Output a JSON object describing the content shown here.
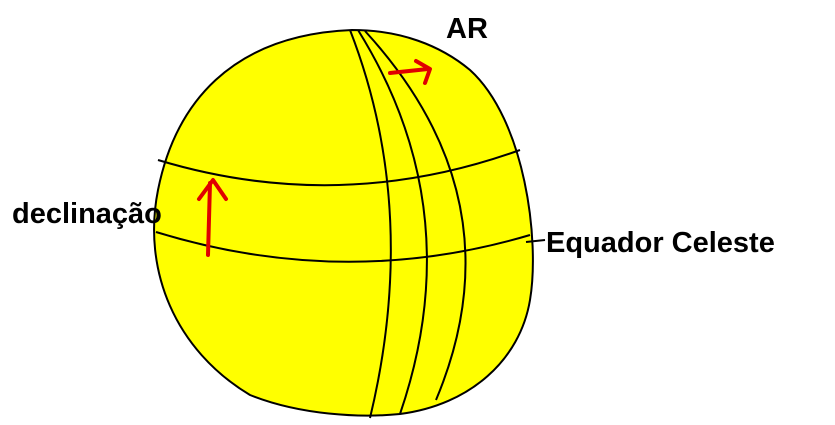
{
  "labels": {
    "ra": "AR",
    "declination": "declinação",
    "equator": "Equador Celeste"
  },
  "colors": {
    "sphere_fill": "#ffff00",
    "line": "#000000",
    "arrow": "#e00000",
    "background": "#ffffff"
  }
}
